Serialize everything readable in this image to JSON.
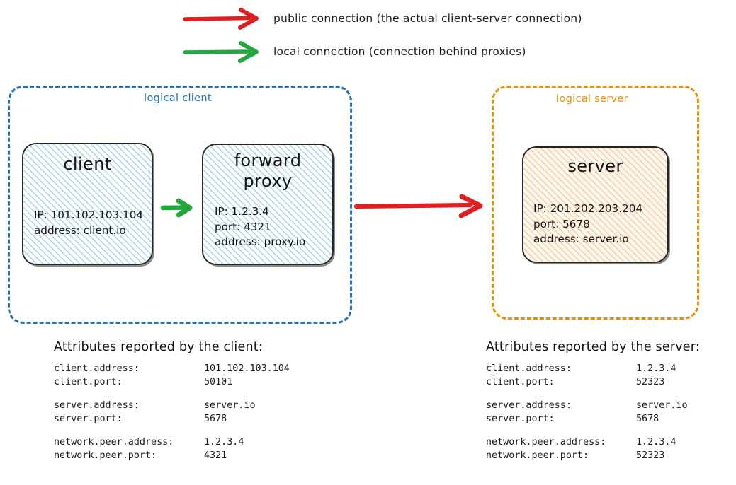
{
  "legend": {
    "items": [
      {
        "icon": "red-arrow-icon",
        "color": "#e02020",
        "label": "public connection (the actual client-server connection)"
      },
      {
        "icon": "green-arrow-icon",
        "color": "#22a83c",
        "label": "local connection (connection behind proxies)"
      }
    ]
  },
  "diagram": {
    "client_group": {
      "label": "logical client",
      "color": "#1f72bd",
      "nodes": [
        {
          "id": "client",
          "title": "client",
          "attrs": [
            "IP: 101.102.103.104",
            "address: client.io"
          ]
        },
        {
          "id": "forward-proxy",
          "title": "forward\nproxy",
          "attrs": [
            "IP: 1.2.3.4",
            "port: 4321",
            "address: proxy.io"
          ]
        }
      ]
    },
    "server_group": {
      "label": "logical server",
      "color": "#f08c00",
      "nodes": [
        {
          "id": "server",
          "title": "server",
          "attrs": [
            "IP: 201.202.203.204",
            "port: 5678",
            "address: server.io"
          ]
        }
      ]
    },
    "arrows": [
      {
        "id": "client-to-proxy",
        "type": "local",
        "color": "#22a83c"
      },
      {
        "id": "proxy-to-server",
        "type": "public",
        "color": "#e02020"
      }
    ]
  },
  "attributes_client": {
    "title": "Attributes reported by the client:",
    "groups": [
      [
        {
          "key": "client.address:",
          "value": "101.102.103.104"
        },
        {
          "key": "client.port:",
          "value": "50101"
        }
      ],
      [
        {
          "key": "server.address:",
          "value": "server.io"
        },
        {
          "key": "server.port:",
          "value": "5678"
        }
      ],
      [
        {
          "key": "network.peer.address:",
          "value": "1.2.3.4"
        },
        {
          "key": "network.peer.port:",
          "value": "4321"
        }
      ]
    ]
  },
  "attributes_server": {
    "title": "Attributes reported by the server:",
    "groups": [
      [
        {
          "key": "client.address:",
          "value": "1.2.3.4"
        },
        {
          "key": "client.port:",
          "value": "52323"
        }
      ],
      [
        {
          "key": "server.address:",
          "value": "server.io"
        },
        {
          "key": "server.port:",
          "value": "5678"
        }
      ],
      [
        {
          "key": "network.peer.address:",
          "value": "1.2.3.4"
        },
        {
          "key": "network.peer.port:",
          "value": "52323"
        }
      ]
    ]
  }
}
